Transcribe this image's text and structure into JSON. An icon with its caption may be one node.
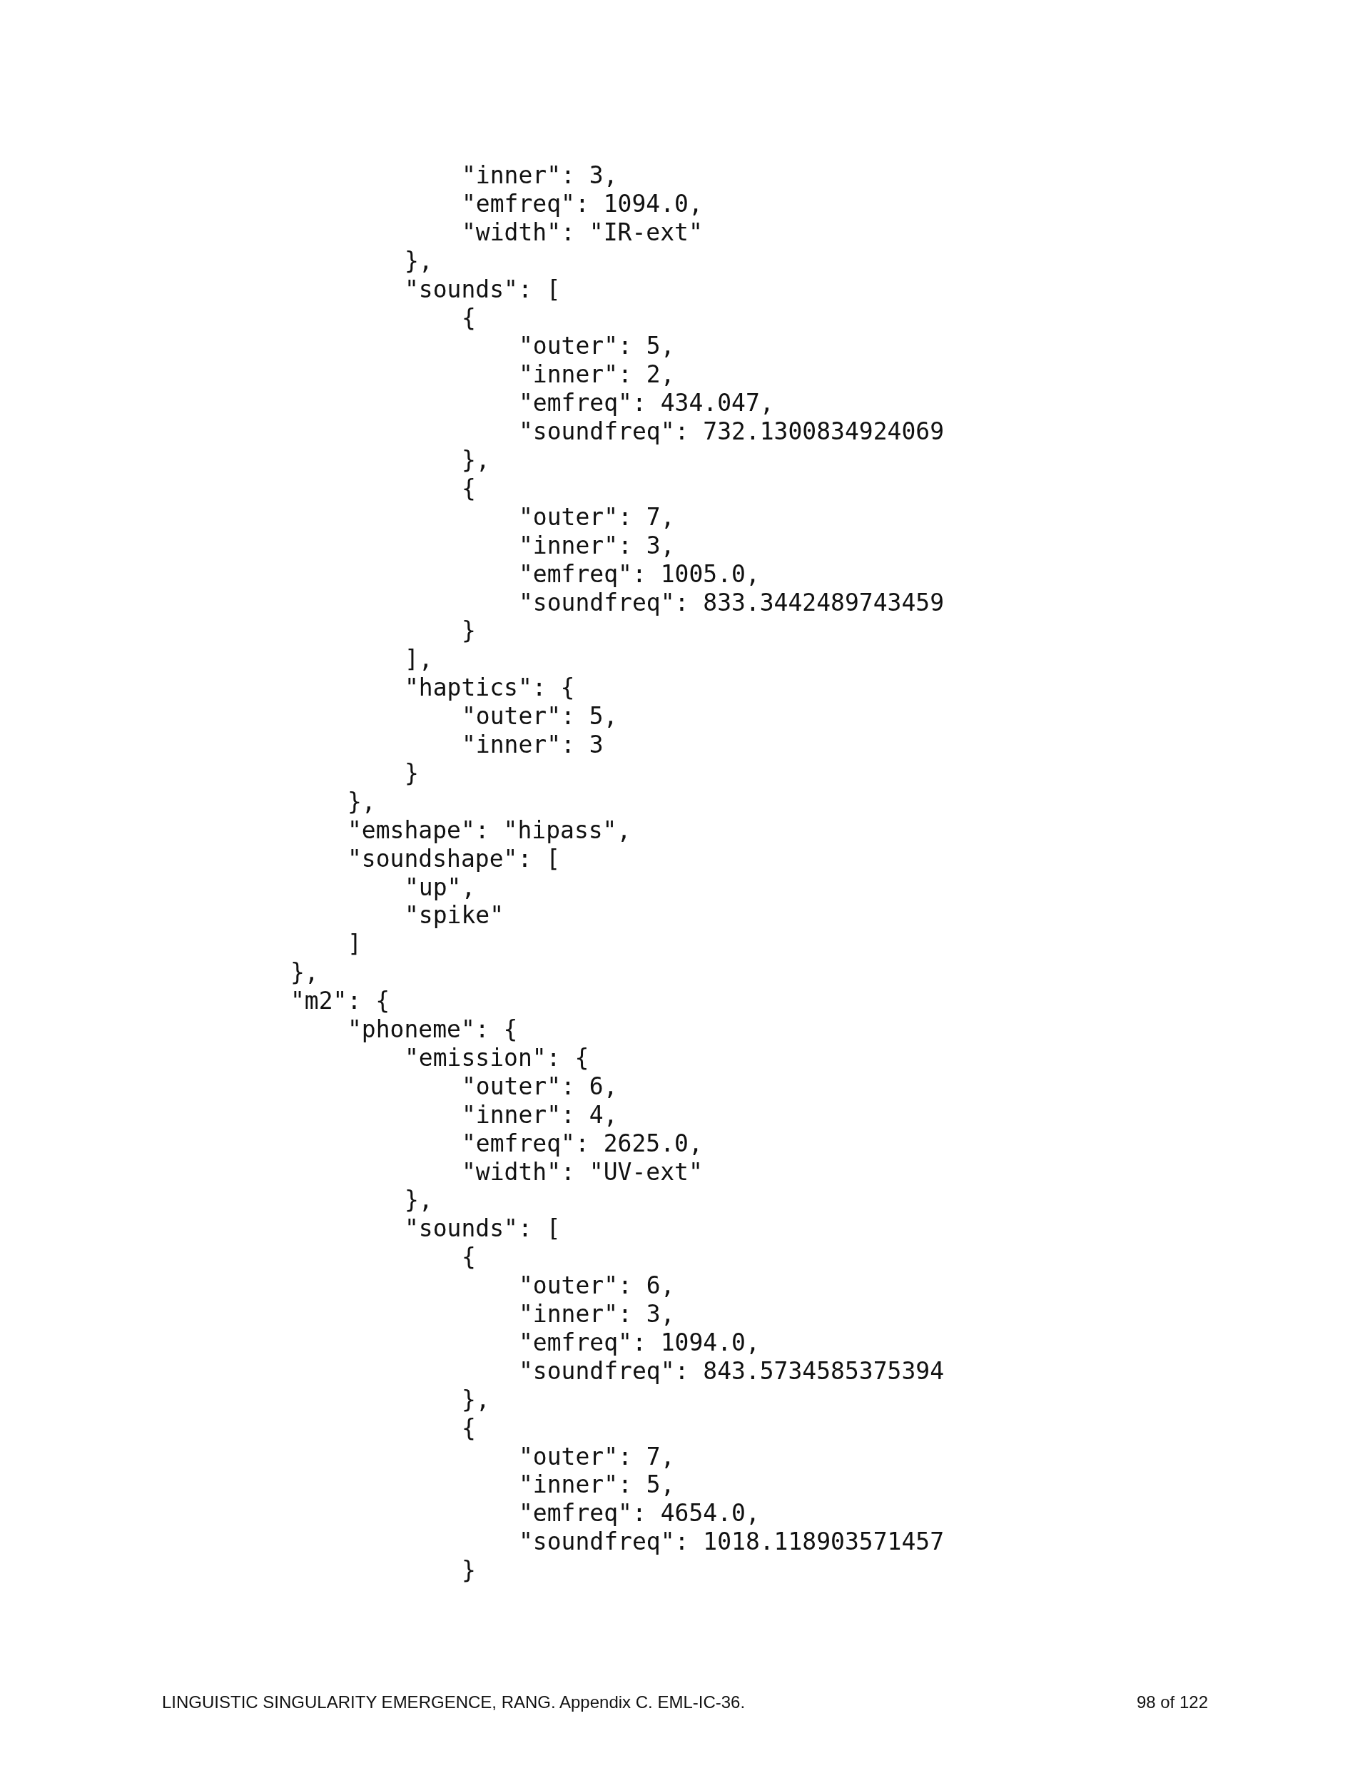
{
  "diagram": {
    "labels": [
      "\"inner\": 3,",
      "\"emfreq\": 1094.0,",
      "\"width\": \"IR-ext\"",
      "},",
      "\"sounds\": [",
      "{",
      "\"outer\": 5,",
      "\"inner\": 2,",
      "\"emfreq\": 434.047,",
      "\"soundfreq\": 732.1300834924069",
      "},",
      "{",
      "\"outer\": 7,",
      "\"inner\": 3,",
      "\"emfreq\": 1005.0,",
      "\"soundfreq\": 833.3442489743459",
      "}",
      "],",
      "\"haptics\": {",
      "\"outer\": 5,",
      "\"inner\": 3",
      "}",
      "},",
      "\"emshape\": \"hipass\",",
      "\"soundshape\": [",
      "\"up\",",
      "\"spike\"",
      "]",
      "},",
      "\"m2\": {",
      "\"phoneme\": {",
      "\"emission\": {",
      "\"outer\": 6,",
      "\"inner\": 4,",
      "\"emfreq\": 2625.0,",
      "\"width\": \"UV-ext\"",
      "},",
      "\"sounds\": [",
      "{",
      "\"outer\": 6,",
      "\"inner\": 3,",
      "\"emfreq\": 1094.0,",
      "\"soundfreq\": 843.5734585375394",
      "},",
      "{",
      "\"outer\": 7,",
      "\"inner\": 5,",
      "\"emfreq\": 4654.0,",
      "\"soundfreq\": 1018.118903571457",
      "}",
      "LINGUISTIC SINGULARITY EMERGENCE, RANG. Appendix C. EML-IC-36.",
      "98 of 122"
    ]
  }
}
